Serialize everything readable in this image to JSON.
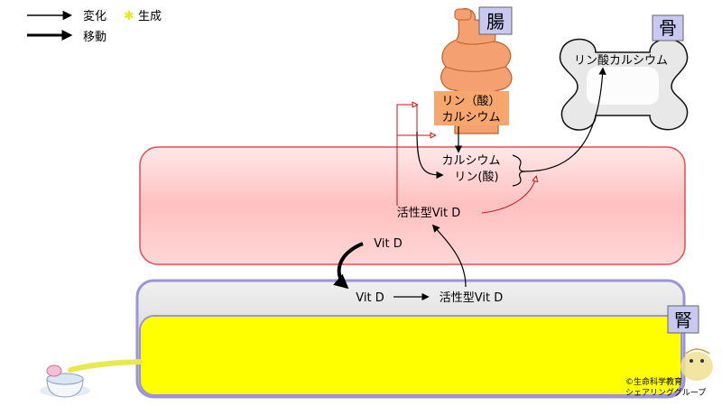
{
  "legend": {
    "change_label": "変化",
    "generate_label": "生成",
    "move_label": "移動"
  },
  "organs": {
    "intestine": "腸",
    "bone": "骨",
    "kidney": "腎"
  },
  "labels": {
    "intestine_line1": "リン（酸）",
    "intestine_line2": "カルシウム",
    "bone_content": "リン酸カルシウム",
    "blood_calcium": "カルシウム",
    "blood_phosphate": "リン(酸)",
    "blood_active_vitd": "活性型Vit D",
    "blood_vitd": "Vit D",
    "kidney_vitd": "Vit D",
    "kidney_active_vitd": "活性型Vit D"
  },
  "credit": {
    "line1": "©生命科学教育",
    "line2": "シェアリンググループ"
  },
  "colors": {
    "blood_fill": "#ffc4c4",
    "blood_stroke": "#e05050",
    "kidney_outer": "#d7d7d7",
    "kidney_border": "#9a94d8",
    "kidney_inner": "#ffff00",
    "intestine": "#f4a070",
    "intestine_label_bg": "#f7a66d",
    "badge": "#c8c8f0",
    "generate_star": "#e8e820",
    "regulation_arrow": "#cc1010"
  }
}
